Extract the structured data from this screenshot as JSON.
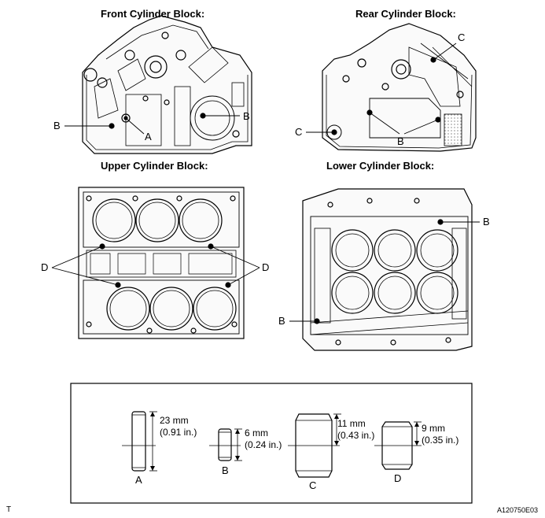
{
  "titles": {
    "front": "Front Cylinder Block:",
    "rear": "Rear Cylinder Block:",
    "upper": "Upper Cylinder Block:",
    "lower": "Lower Cylinder Block:"
  },
  "callouts": {
    "front_b_left": "B",
    "front_a": "A",
    "front_b_right": "B",
    "rear_c_top": "C",
    "rear_c_left": "C",
    "rear_b": "B",
    "upper_d_left": "D",
    "upper_d_right": "D",
    "lower_b_top": "B",
    "lower_b_bottom": "B"
  },
  "pins": [
    {
      "label": "A",
      "dim_mm": "23 mm",
      "dim_in": "(0.91 in.)"
    },
    {
      "label": "B",
      "dim_mm": "6 mm",
      "dim_in": "(0.24 in.)"
    },
    {
      "label": "C",
      "dim_mm": "11 mm",
      "dim_in": "(0.43 in.)"
    },
    {
      "label": "D",
      "dim_mm": "9 mm",
      "dim_in": "(0.35 in.)"
    }
  ],
  "footer": {
    "left_mark": "T",
    "figure_code": "A120750E03"
  }
}
